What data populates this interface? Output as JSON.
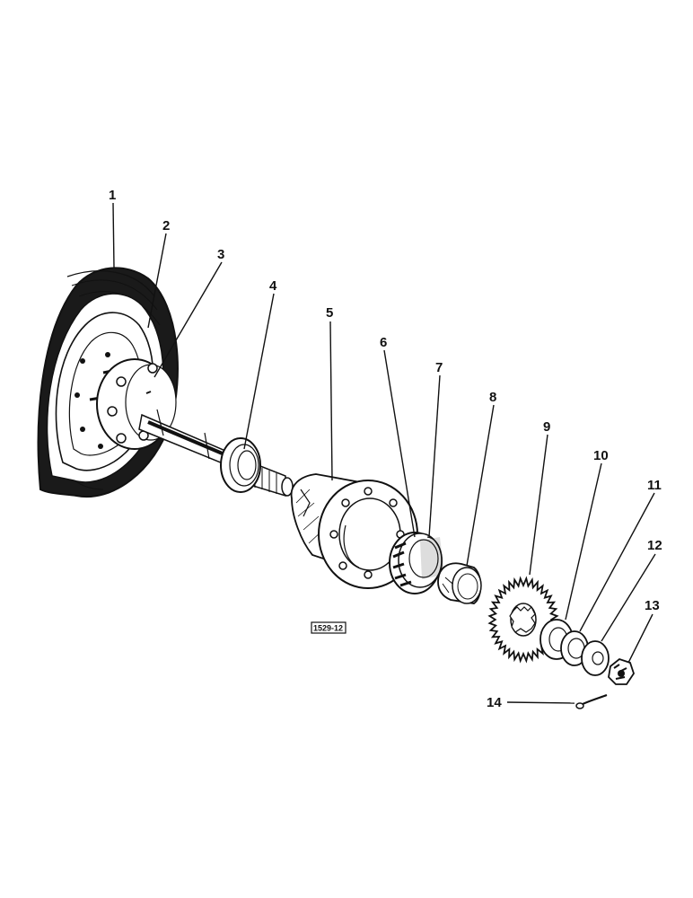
{
  "diagram": {
    "drawing_tag": "1529-12",
    "callouts": [
      "1",
      "2",
      "3",
      "4",
      "5",
      "6",
      "7",
      "8",
      "9",
      "10",
      "11",
      "12",
      "13",
      "14"
    ]
  }
}
